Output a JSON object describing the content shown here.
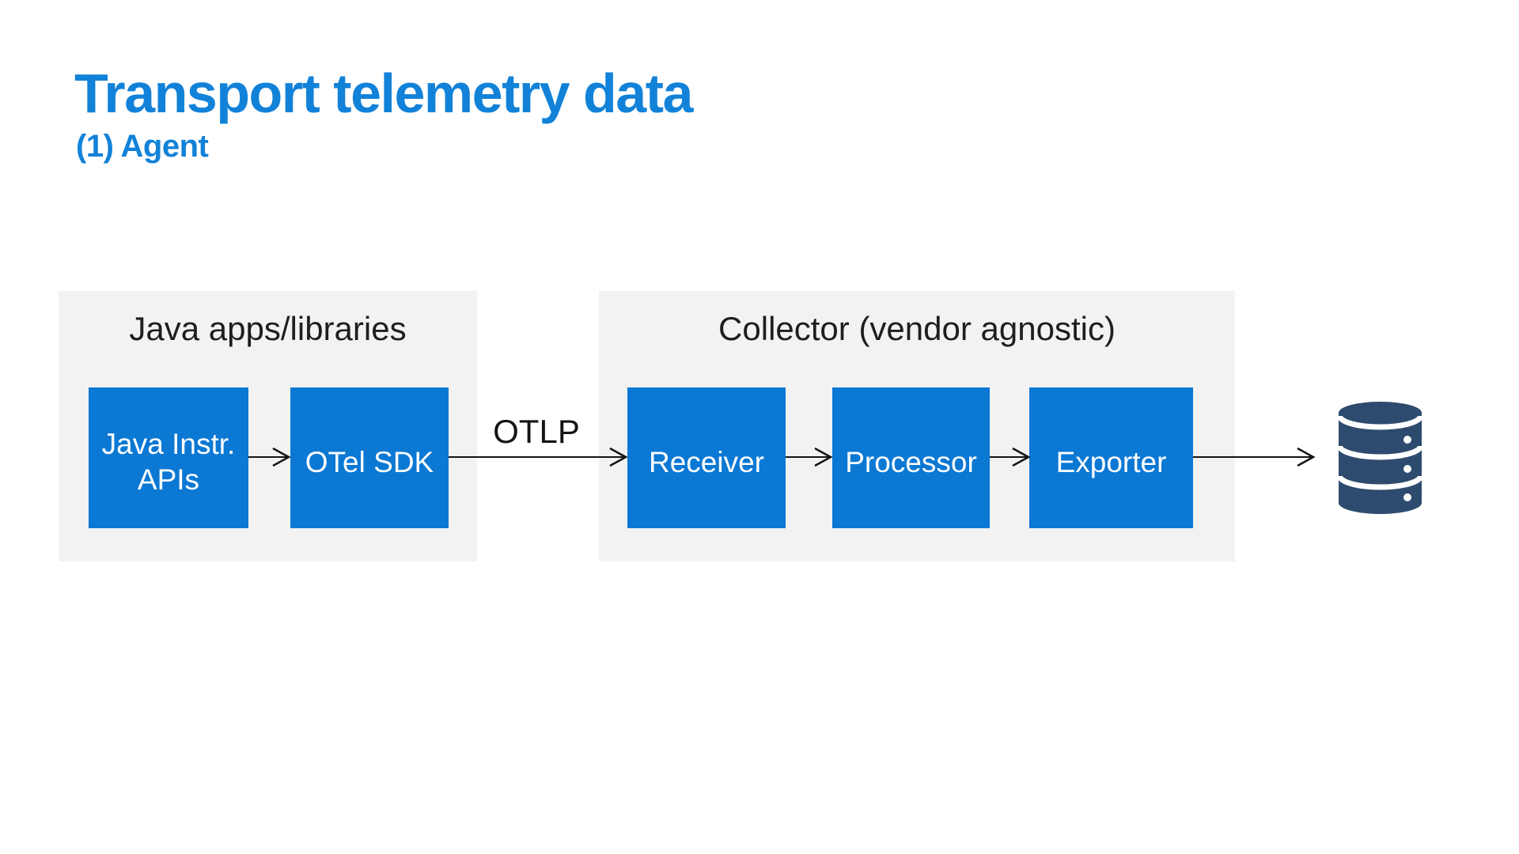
{
  "slide": {
    "title": "Transport telemetry data",
    "subtitle": "(1) Agent"
  },
  "colors": {
    "title_blue": "#1282d9",
    "node_blue": "#0b78d4",
    "panel_gray": "#f2f2f2",
    "database_navy": "#2d4b6e",
    "label_dark": "#1e1e1e",
    "node_text": "#fdfdfe"
  },
  "diagram": {
    "otlp_label": "OTLP",
    "groups": [
      {
        "label": "Java apps/libraries"
      },
      {
        "label": "Collector (vendor agnostic)"
      }
    ],
    "nodes": [
      {
        "id": "java-instr-apis",
        "label": "Java Instr. APIs"
      },
      {
        "id": "otel-sdk",
        "label": "OTel SDK"
      },
      {
        "id": "receiver",
        "label": "Receiver"
      },
      {
        "id": "processor",
        "label": "Processor"
      },
      {
        "id": "exporter",
        "label": "Exporter"
      }
    ],
    "edges": [
      {
        "from": "java-instr-apis",
        "to": "otel-sdk"
      },
      {
        "from": "otel-sdk",
        "to": "receiver",
        "label": "OTLP"
      },
      {
        "from": "receiver",
        "to": "processor"
      },
      {
        "from": "processor",
        "to": "exporter"
      },
      {
        "from": "exporter",
        "to": "database"
      }
    ],
    "sink_icon": "database-icon"
  }
}
